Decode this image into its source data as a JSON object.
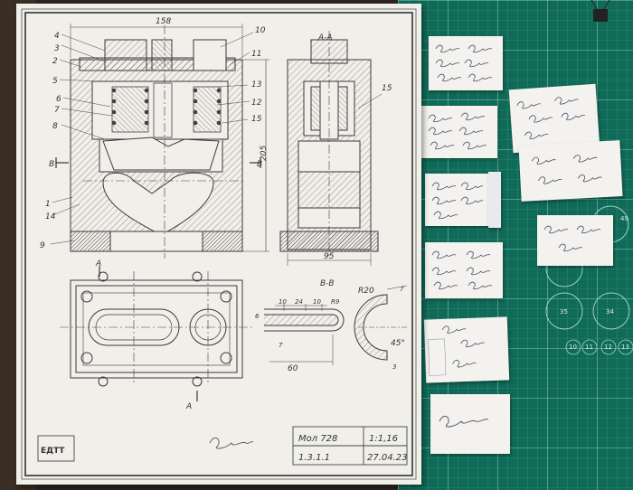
{
  "drawing": {
    "dimensions": {
      "width_top": "158",
      "height_side": "205",
      "width_section": "95",
      "d1": "10",
      "d2": "24",
      "d3": "10",
      "radius_small": "R9",
      "radius_large": "R20",
      "len_60": "60",
      "len_7": "7",
      "len_6": "6",
      "len_7b": "7",
      "angle": "45°",
      "dim_3": "3"
    },
    "section_labels": {
      "aa": "А-А",
      "bb": "В-В",
      "a_top": "А",
      "a_bottom": "А",
      "b_left": "В",
      "b_right": "В"
    },
    "callouts": [
      "4",
      "3",
      "2",
      "5",
      "6",
      "7",
      "8",
      "1",
      "14",
      "9",
      "10",
      "11",
      "13",
      "12",
      "15"
    ],
    "title_block": {
      "name": "Мол 728",
      "scale": "1:1,16",
      "code": "1.3.1.1",
      "date": "27.04.23",
      "stamp": "ЕДТТ"
    }
  },
  "mat": {
    "numbers": [
      "49",
      "35",
      "34",
      "10",
      "11",
      "12",
      "13"
    ]
  },
  "colors": {
    "mat_green": "#0f6a57",
    "mat_grid": "#5fa895",
    "paper": "#f1efe9",
    "ink": "#3a3a3a"
  }
}
